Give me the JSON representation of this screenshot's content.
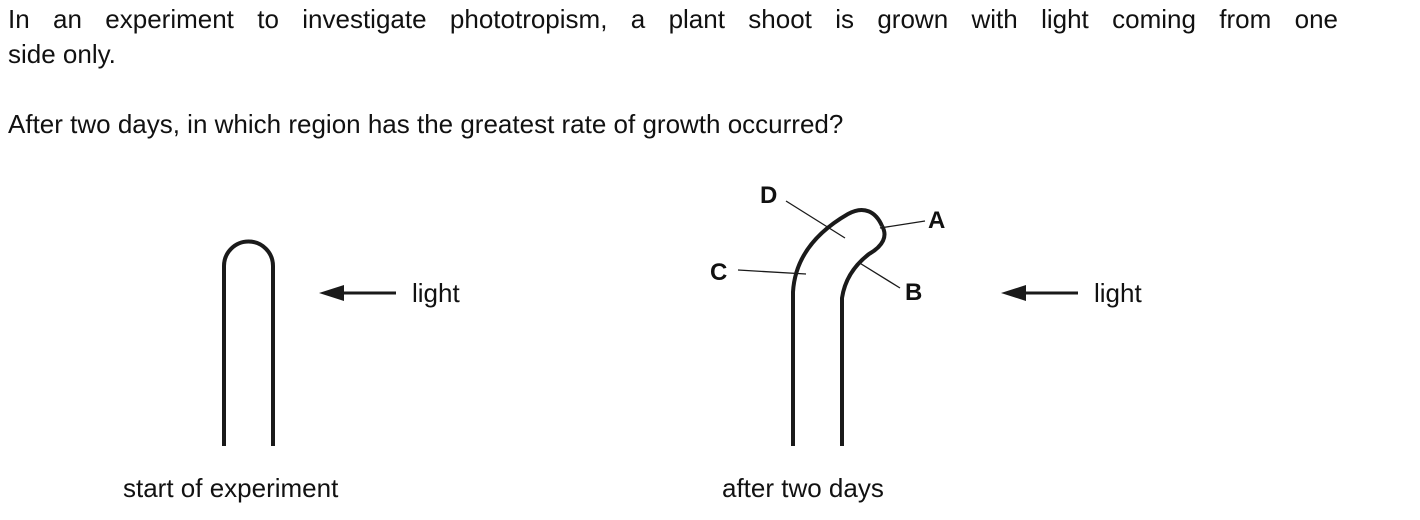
{
  "question": {
    "stem_line_1": "In an experiment to investigate phototropism, a plant shoot is grown with light coming from one",
    "stem_line_2": "side only.",
    "prompt": "After two days, in which region has the greatest rate of growth occurred?"
  },
  "diagram": {
    "left_panel": {
      "light_label": "light",
      "caption": "start of experiment"
    },
    "right_panel": {
      "light_label": "light",
      "caption": "after two days",
      "region_labels": {
        "a": "A",
        "b": "B",
        "c": "C",
        "d": "D"
      }
    }
  }
}
